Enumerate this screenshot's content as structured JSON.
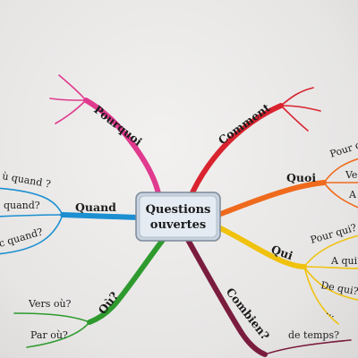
{
  "central": {
    "line1": "Questions",
    "line2": "ouvertes"
  },
  "branches": {
    "pourquoi": {
      "label": "Pourquoi",
      "color": "#e03a8e"
    },
    "comment": {
      "label": "Comment",
      "color": "#d9232f"
    },
    "quand": {
      "label": "Quand",
      "color": "#1c8fd0",
      "subs": [
        "ù quand ?",
        "quand?",
        "c quand?"
      ]
    },
    "quoi": {
      "label": "Quoi",
      "color": "#ef6a1c",
      "subs": [
        "Pour q",
        "Ve",
        "A"
      ]
    },
    "qui": {
      "label": "Qui",
      "color": "#f0c20e",
      "subs": [
        "Pour qui?",
        "A qui?",
        "De qui?",
        "..."
      ]
    },
    "ou": {
      "label": "Où?",
      "color": "#2e9a2e",
      "subs": [
        "Vers où?",
        "Par où?"
      ]
    },
    "combien": {
      "label": "Combien?",
      "color": "#7a1c3e",
      "subs": [
        "de temps?"
      ]
    }
  }
}
